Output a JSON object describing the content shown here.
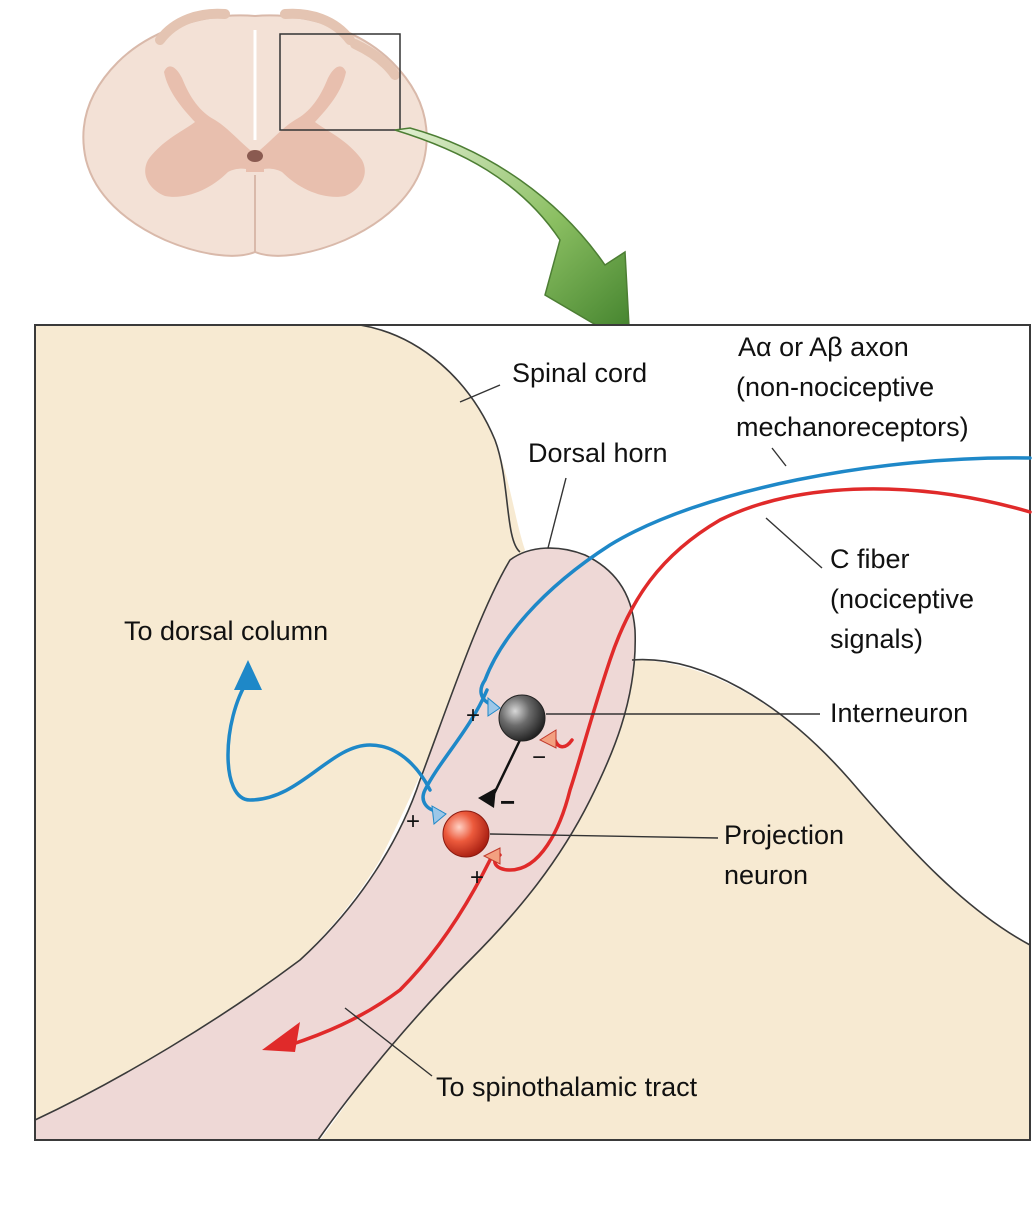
{
  "labels": {
    "spinal_cord": "Spinal cord",
    "dorsal_horn": "Dorsal horn",
    "a_axon_line1": "Aα or Aβ axon",
    "a_axon_line2": "(non-nociceptive",
    "a_axon_line3": "mechanoreceptors)",
    "c_fiber_line1": "C fiber",
    "c_fiber_line2": "(nociceptive",
    "c_fiber_line3": "signals)",
    "to_dorsal_column": "To dorsal column",
    "interneuron": "Interneuron",
    "projection_line1": "Projection",
    "projection_line2": "neuron",
    "to_spinothalamic": "To spinothalamic tract"
  },
  "signs": {
    "interneuron_excite": "+",
    "interneuron_inhibit": "−",
    "inhibitory_synapse": "−",
    "projection_excite_a": "+",
    "projection_excite_c": "+"
  },
  "colors": {
    "a_fiber": "#1e88c8",
    "c_fiber": "#e02a2a",
    "white_matter": "#f7ead2",
    "gray_matter": "#eed8d6",
    "cross_section": "#f3e1d6",
    "cross_section_gray": "#e8bfae",
    "arrow_green": "#5f9e3e"
  }
}
